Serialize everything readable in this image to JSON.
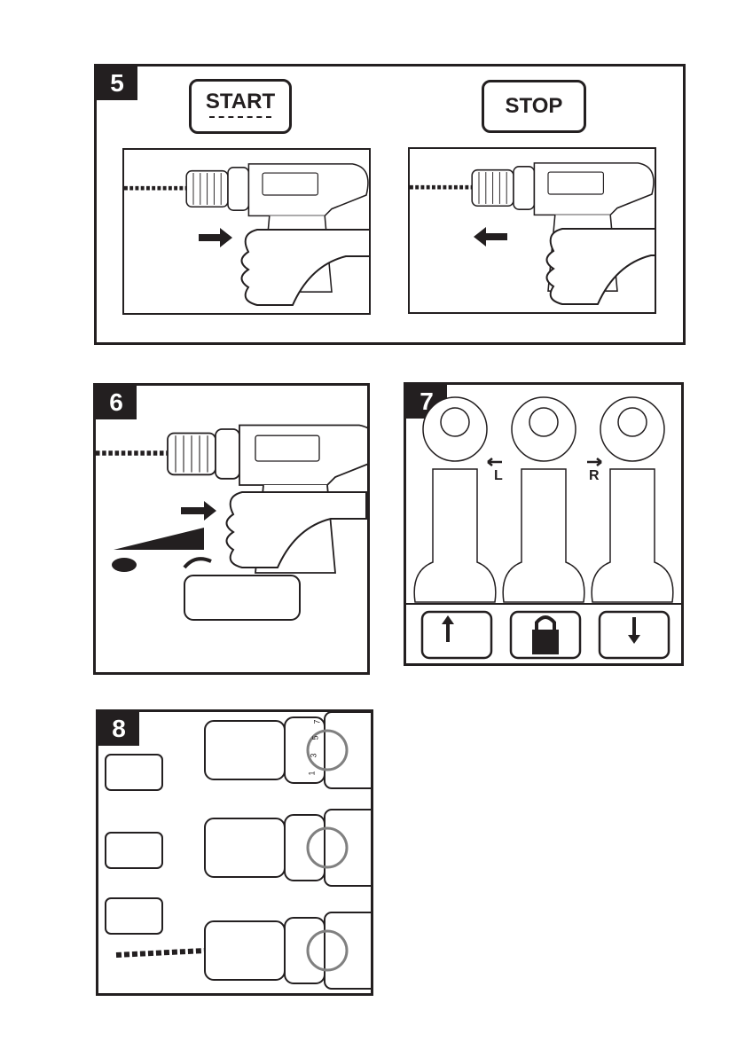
{
  "steps": {
    "step5": {
      "number": "5",
      "start_label": "START",
      "stop_label": "STOP"
    },
    "step6": {
      "number": "6"
    },
    "step7": {
      "number": "7",
      "left_label": "L",
      "right_label": "R"
    },
    "step8": {
      "number": "8",
      "dial_numbers": [
        "1",
        "3",
        "5",
        "7"
      ]
    }
  },
  "colors": {
    "ink": "#231f20",
    "dial_ring": "#808080"
  }
}
